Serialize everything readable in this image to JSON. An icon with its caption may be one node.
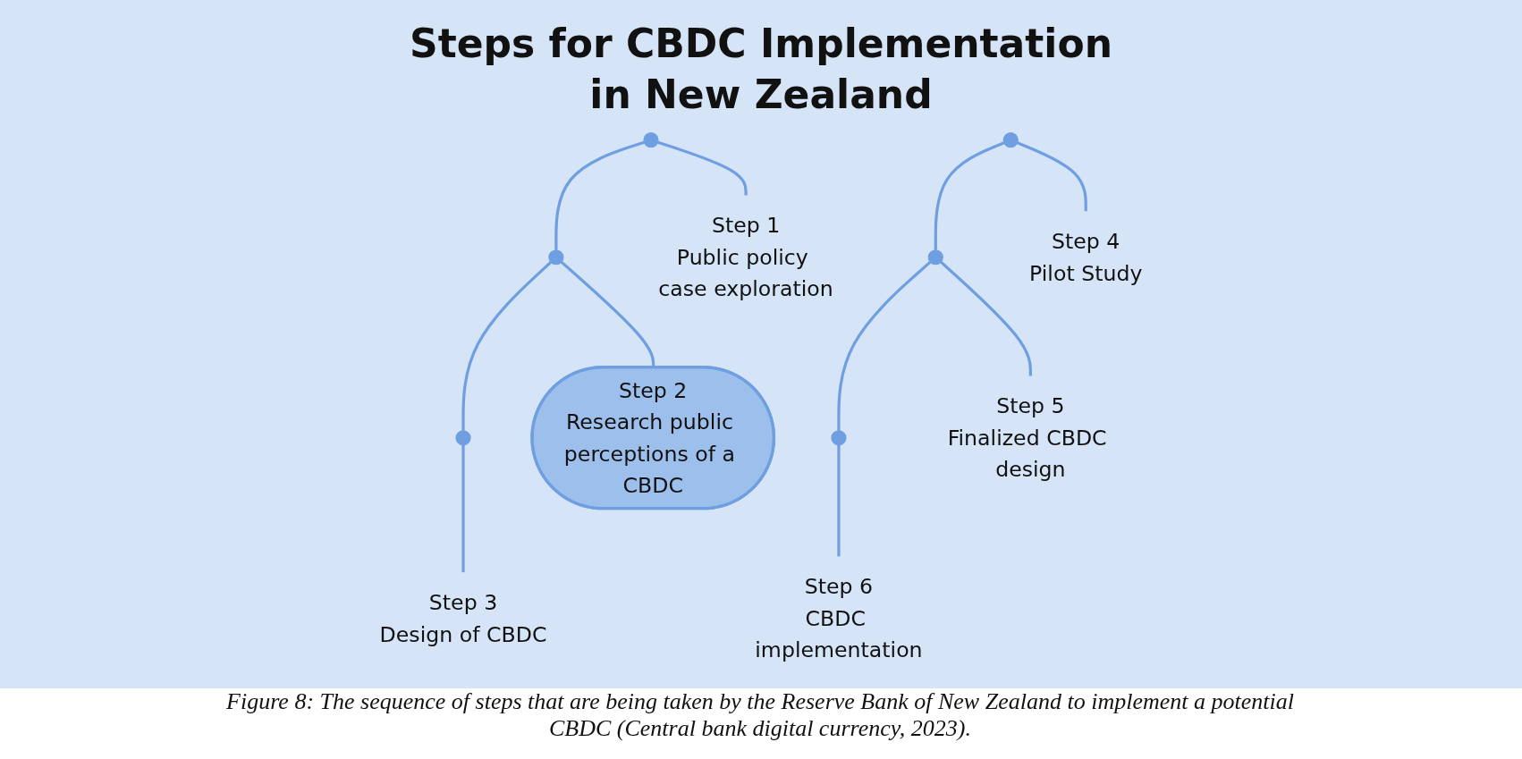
{
  "diagram": {
    "title": "Steps for CBDC Implementation in New Zealand",
    "nodes": [
      {
        "text": [],
        "shape": "circle"
      },
      {
        "text": [],
        "shape": "circle"
      },
      {
        "text": [],
        "shape": "circle"
      },
      {
        "text": [
          "Step 1",
          "Public policy case exploration"
        ]
      },
      {
        "text": [
          "Step 2",
          "Research public perceptions of a CBDC"
        ]
      },
      {
        "text": [
          "Step 3",
          "Design of CBDC"
        ]
      },
      {
        "text": [],
        "shape": "circle"
      },
      {
        "text": [],
        "shape": "circle"
      },
      {
        "text": [],
        "shape": "circle"
      },
      {
        "text": [
          "Step 4",
          "Pilot Study"
        ]
      },
      {
        "text": [
          "Step 5",
          "Finalized CBDC design"
        ]
      },
      {
        "text": [
          "Step 6",
          "CBDC implementation"
        ]
      }
    ],
    "edges": [
      {
        "from": 0,
        "to": 1,
        "arrow": "none"
      },
      {
        "from": 1,
        "to": 2,
        "arrow": "none"
      },
      {
        "from": 0,
        "to": 3,
        "arrow": "none"
      },
      {
        "from": 1,
        "to": 4,
        "arrow": "none"
      },
      {
        "from": 2,
        "to": 5,
        "arrow": "none"
      },
      {
        "from": 6,
        "to": 7,
        "arrow": "none"
      },
      {
        "from": 7,
        "to": 8,
        "arrow": "none"
      },
      {
        "from": 6,
        "to": 9,
        "arrow": "none"
      },
      {
        "from": 7,
        "to": 10,
        "arrow": "none"
      },
      {
        "from": 8,
        "to": 11,
        "arrow": "none"
      }
    ],
    "caption": "Figure 8: The sequence of steps that are being taken by the Reserve Bank of New Zealand to implement a potential CBDC (Central bank digital currency, 2023)."
  }
}
